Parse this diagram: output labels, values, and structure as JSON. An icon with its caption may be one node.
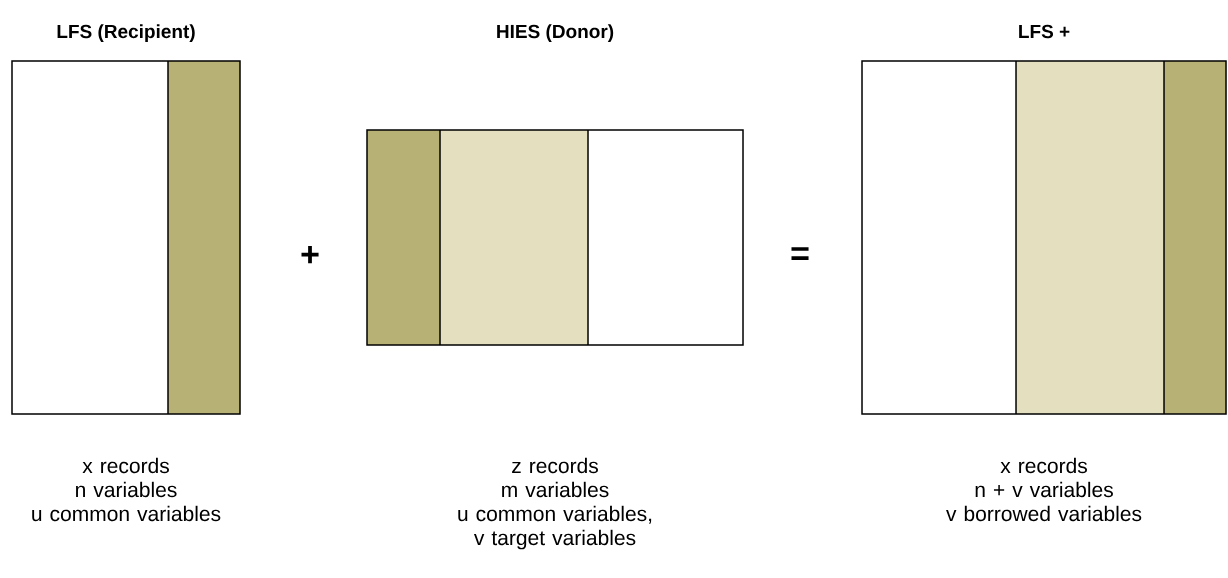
{
  "diagram": {
    "nodes": [
      {
        "text": [
          "LFS (Recipient)"
        ],
        "beside": [
          "x records",
          "n variables",
          "u common variables"
        ]
      },
      {
        "text": [
          "HIES (Donor)"
        ],
        "beside": [
          "z records",
          "m variables",
          "u common variables, v target variables"
        ]
      },
      {
        "text": [
          "LFS +"
        ],
        "beside": [
          "x records",
          "n + v variables",
          "v borrowed variables"
        ]
      }
    ],
    "labels": [
      "+",
      "="
    ]
  }
}
